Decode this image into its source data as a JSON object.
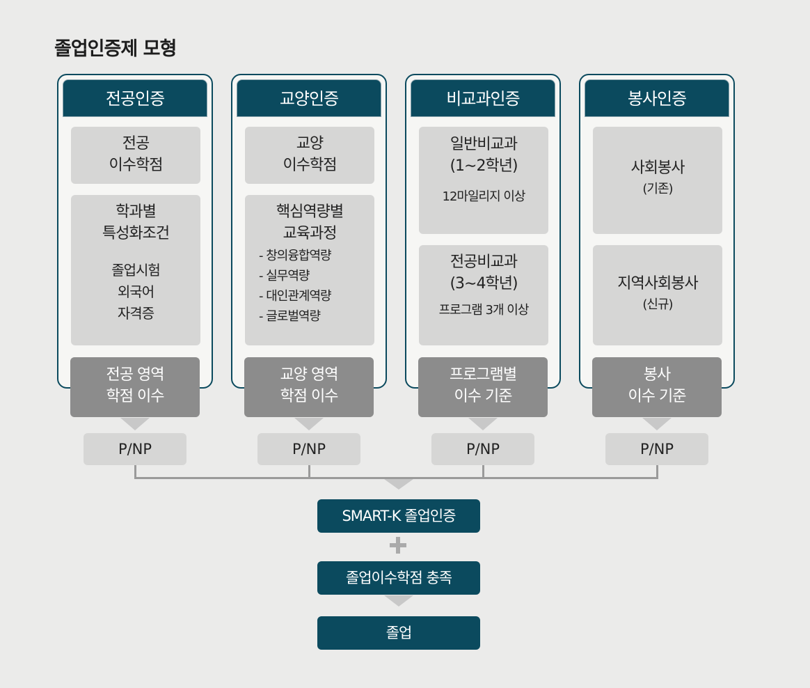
{
  "title": "졸업인증제 모형",
  "columns": [
    {
      "header": "전공인증",
      "box1": [
        "전공",
        "이수학점"
      ],
      "box2_title": [
        "학과별",
        "특성화조건"
      ],
      "box2_items": [
        "졸업시험",
        "외국어",
        "자격증"
      ],
      "area": [
        "전공 영역",
        "학점 이수"
      ],
      "result": "P/NP"
    },
    {
      "header": "교양인증",
      "box1": [
        "교양",
        "이수학점"
      ],
      "box2_title": [
        "핵심역량별",
        "교육과정"
      ],
      "box2_items": [
        "- 창의융합역량",
        "- 실무역량",
        "- 대인관계역량",
        "- 글로벌역량"
      ],
      "area": [
        "교양 영역",
        "학점 이수"
      ],
      "result": "P/NP"
    },
    {
      "header": "비교과인증",
      "box1": [
        "일반비교과",
        "(1∼2학년)"
      ],
      "box1_note": "12마일리지 이상",
      "box2_title": [
        "전공비교과",
        "(3∼4학년)"
      ],
      "box2_note": "프로그램 3개 이상",
      "area": [
        "프로그램별",
        "이수 기준"
      ],
      "result": "P/NP"
    },
    {
      "header": "봉사인증",
      "box1": [
        "사회봉사",
        "(기존)"
      ],
      "box2_title": [
        "지역사회봉사",
        "(신규)"
      ],
      "area": [
        "봉사",
        "이수 기준"
      ],
      "result": "P/NP"
    }
  ],
  "flow": {
    "cert": "SMART-K 졸업인증",
    "credits": "졸업이수학점 충족",
    "graduation": "졸업"
  }
}
